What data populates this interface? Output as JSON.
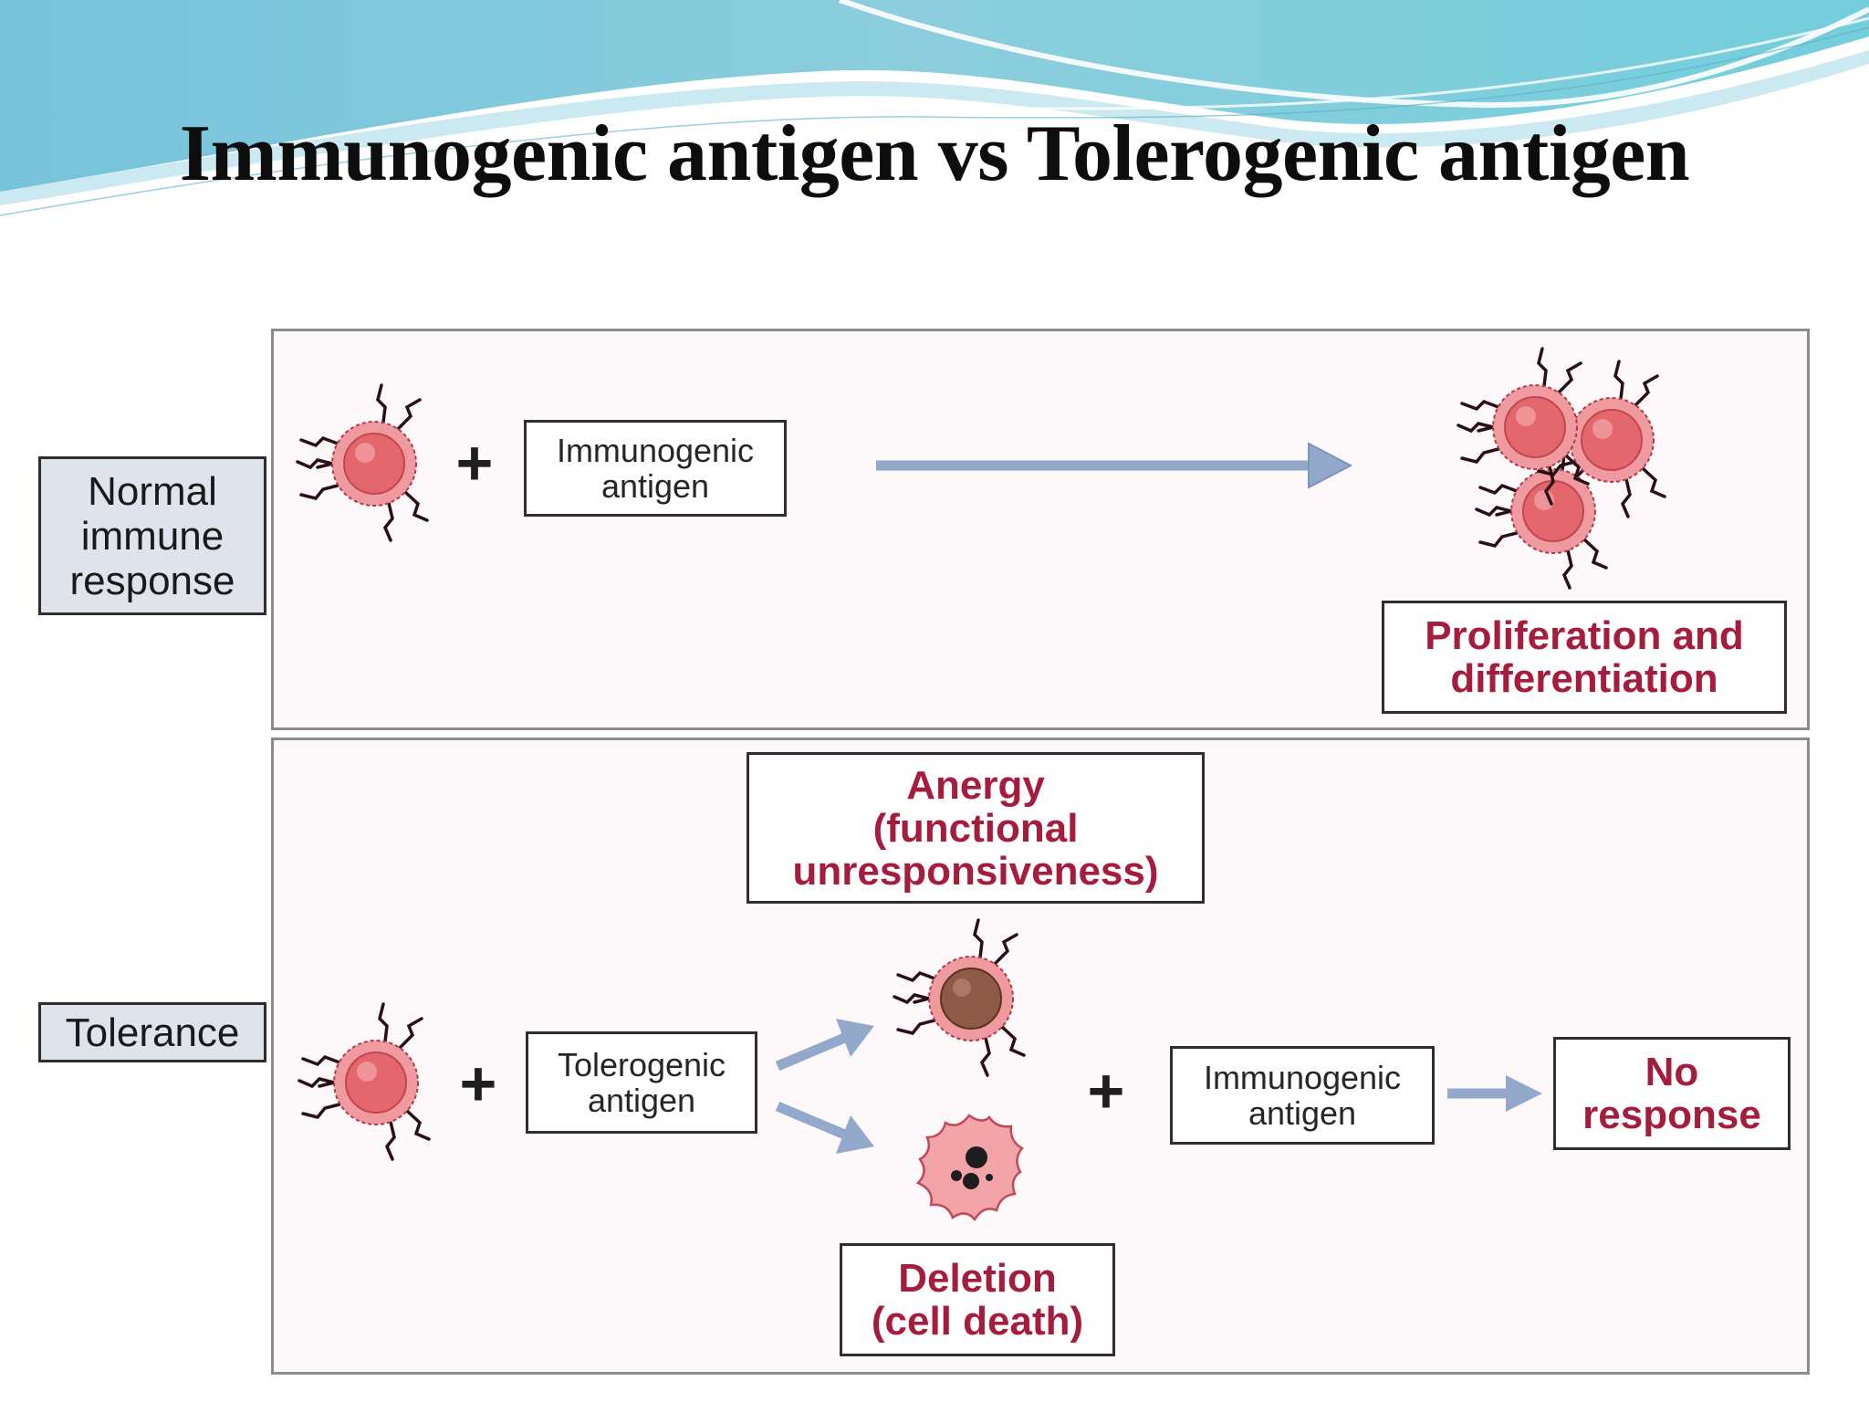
{
  "slide": {
    "title": "Immunogenic antigen vs Tolerogenic antigen"
  },
  "row_labels": {
    "normal": [
      "Normal",
      "immune",
      "response"
    ],
    "tolerance": "Tolerance"
  },
  "boxes": {
    "top_antigen": [
      "Immunogenic",
      "antigen"
    ],
    "proliferation": [
      "Proliferation and",
      "differentiation"
    ],
    "anergy": [
      "Anergy",
      "(functional",
      "unresponsiveness)"
    ],
    "tolerogenic_antigen": [
      "Tolerogenic",
      "antigen"
    ],
    "bottom_antigen": [
      "Immunogenic",
      "antigen"
    ],
    "no_response": [
      "No",
      "response"
    ],
    "deletion": [
      "Deletion",
      "(cell death)"
    ]
  },
  "symbols": {
    "plus": "+"
  },
  "colors": {
    "cell_fill": "#ef9a9e",
    "cell_nucleus": "#e5676e",
    "anergic_nucleus": "#8e5a46",
    "arrow": "#93a9cb",
    "emphasis_text": "#a51c3d"
  },
  "icons": [
    "t-cell-icon",
    "anergic-t-cell-icon",
    "apoptotic-cell-icon",
    "flow-arrow-icon"
  ]
}
